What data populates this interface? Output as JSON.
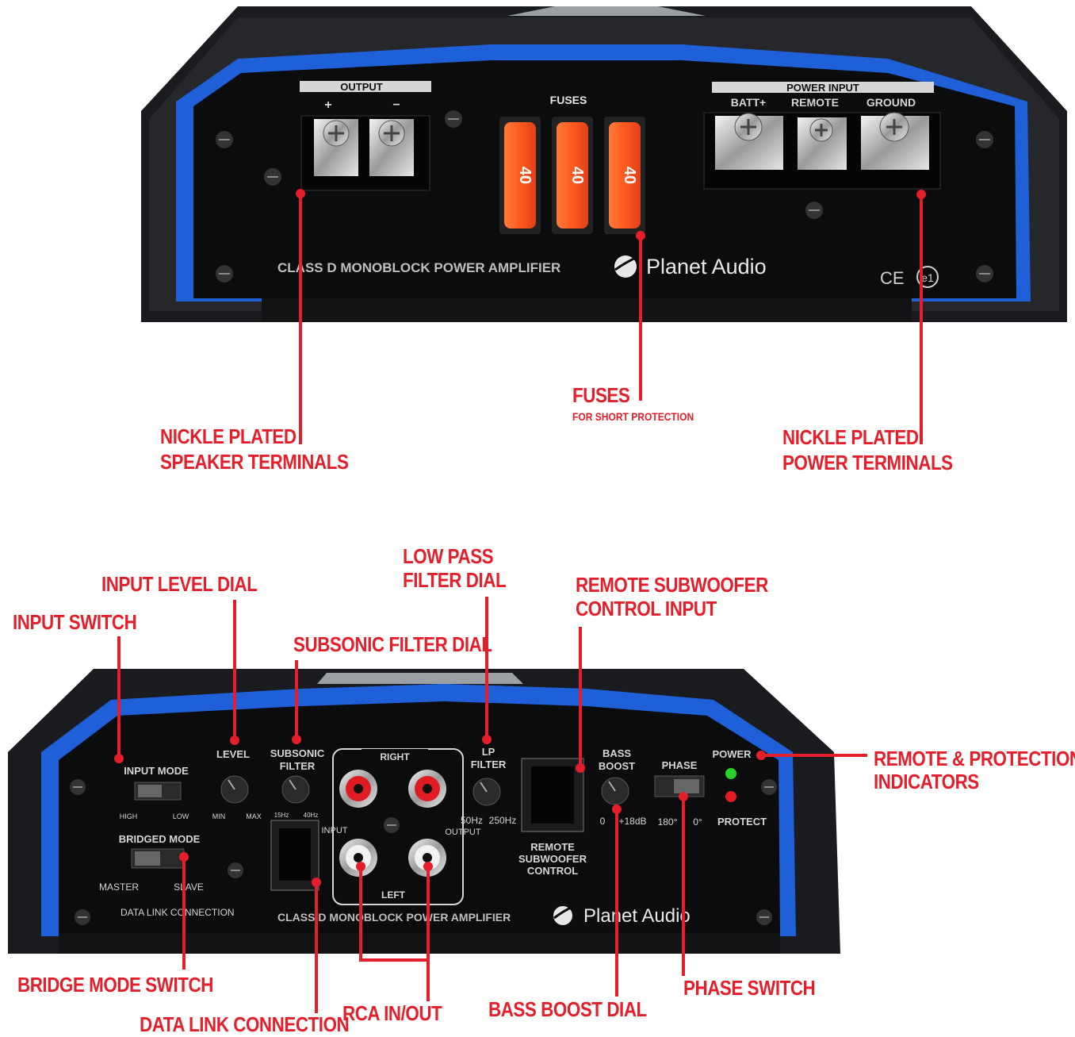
{
  "top_panel": {
    "output_label": "OUTPUT",
    "plus": "+",
    "minus": "−",
    "fuses_label": "FUSES",
    "fuse_value": "40",
    "power_input_label": "POWER INPUT",
    "batt_label": "BATT+",
    "remote_label": "REMOTE",
    "ground_label": "GROUND",
    "model_text": "CLASS D MONOBLOCK POWER AMPLIFIER",
    "brand": "Planet Audio",
    "ce": "CE",
    "e1": "e1"
  },
  "bottom_panel": {
    "input_mode": "INPUT MODE",
    "high": "HIGH",
    "low": "LOW",
    "bridged_mode": "BRIDGED MODE",
    "master": "MASTER",
    "slave": "SLAVE",
    "data_link": "DATA  LINK CONNECTION",
    "level": "LEVEL",
    "min": "MIN",
    "max": "MAX",
    "subsonic_line1": "SUBSONIC",
    "subsonic_line2": "FILTER",
    "sub_15": "15Hz",
    "sub_40": "40Hz",
    "input": "INPUT",
    "right": "RIGHT",
    "left": "LEFT",
    "output": "OUTPUT",
    "lp_line1": "LP",
    "lp_line2": "FILTER",
    "lp_50": "50Hz",
    "lp_250": "250Hz",
    "remote_line1": "REMOTE",
    "remote_line2": "SUBWOOFER",
    "remote_line3": "CONTROL",
    "bass_line1": "BASS",
    "bass_line2": "BOOST",
    "bass_0": "0",
    "bass_18": "+18dB",
    "phase": "PHASE",
    "phase_180": "180°",
    "phase_0": "0°",
    "power": "POWER",
    "protect": "PROTECT",
    "model_text": "CLASS D MONOBLOCK POWER AMPLIFIER",
    "brand": "Planet Audio"
  },
  "callouts": {
    "speaker_terminals_1": "NICKLE PLATED",
    "speaker_terminals_2": "SPEAKER TERMINALS",
    "fuses": "FUSES",
    "fuses_sub": "FOR SHORT PROTECTION",
    "power_terminals_1": "NICKLE PLATED",
    "power_terminals_2": "POWER TERMINALS",
    "input_level_dial": "INPUT LEVEL DIAL",
    "input_switch": "INPUT SWITCH",
    "low_pass_1": "LOW PASS",
    "low_pass_2": "FILTER DIAL",
    "subsonic_dial": "SUBSONIC FILTER DIAL",
    "remote_sub_1": "REMOTE SUBWOOFER",
    "remote_sub_2": "CONTROL INPUT",
    "indicators_1": "REMOTE & PROTECTION",
    "indicators_2": "INDICATORS",
    "bridge_mode_switch": "BRIDGE MODE SWITCH",
    "data_link_connection": "DATA LINK CONNECTION",
    "rca": "RCA IN/OUT",
    "bass_boost_dial": "BASS BOOST DIAL",
    "phase_switch": "PHASE SWITCH"
  },
  "colors": {
    "accent_red": "#e41e2a",
    "blue_trim": "#1f5fd8",
    "body_black": "#111214",
    "fuse_orange": "#ff5a1f"
  }
}
